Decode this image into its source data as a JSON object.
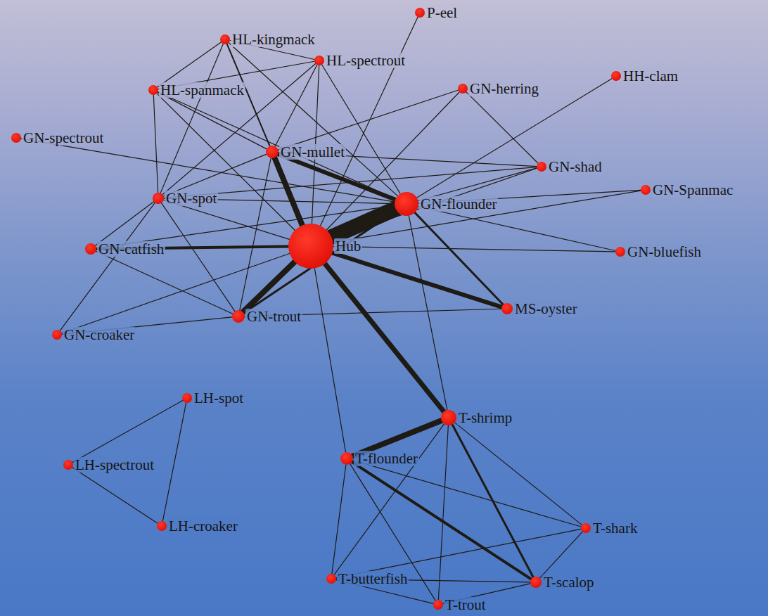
{
  "diagram": {
    "nodes": [
      {
        "text": [
          "HL-kingmack"
        ]
      },
      {
        "text": [
          "HL-spectrout"
        ]
      },
      {
        "text": [
          "P-eel"
        ]
      },
      {
        "text": [
          "HL-spanmack"
        ]
      },
      {
        "text": [
          "GN-herring"
        ]
      },
      {
        "text": [
          "HH-clam"
        ]
      },
      {
        "text": [
          "GN-spectrout"
        ]
      },
      {
        "text": [
          "GN-mullet"
        ]
      },
      {
        "text": [
          "GN-shad"
        ]
      },
      {
        "text": [
          "GN-spot"
        ]
      },
      {
        "text": [
          "GN-flounder"
        ]
      },
      {
        "text": [
          "GN-Spanmac"
        ]
      },
      {
        "text": [
          "GN-catfish"
        ]
      },
      {
        "text": [
          "Hub"
        ]
      },
      {
        "text": [
          "GN-bluefish"
        ]
      },
      {
        "text": [
          "MS-oyster"
        ]
      },
      {
        "text": [
          "GN-trout"
        ]
      },
      {
        "text": [
          "GN-croaker"
        ]
      },
      {
        "text": [
          "LH-spot"
        ]
      },
      {
        "text": [
          "T-shrimp"
        ]
      },
      {
        "text": [
          "T-flounder"
        ]
      },
      {
        "text": [
          "LH-spectrout"
        ]
      },
      {
        "text": [
          "LH-croaker"
        ]
      },
      {
        "text": [
          "T-shark"
        ]
      },
      {
        "text": [
          "T-butterfish"
        ]
      },
      {
        "text": [
          "T-scalop"
        ]
      },
      {
        "text": [
          "T-trout"
        ]
      }
    ],
    "edges": [
      {
        "from": 13,
        "to": 10,
        "arrow": "none"
      },
      {
        "from": 13,
        "to": 7,
        "arrow": "none"
      },
      {
        "from": 13,
        "to": 16,
        "arrow": "none"
      },
      {
        "from": 13,
        "to": 19,
        "arrow": "none"
      },
      {
        "from": 13,
        "to": 15,
        "arrow": "none"
      },
      {
        "from": 13,
        "to": 12,
        "arrow": "none"
      },
      {
        "from": 7,
        "to": 10,
        "arrow": "none"
      },
      {
        "from": 10,
        "to": 15,
        "arrow": "none"
      },
      {
        "from": 19,
        "to": 20,
        "arrow": "none"
      },
      {
        "from": 20,
        "to": 25,
        "arrow": "none"
      },
      {
        "from": 19,
        "to": 25,
        "arrow": "none"
      },
      {
        "from": 16,
        "to": 10,
        "arrow": "none"
      },
      {
        "from": 0,
        "to": 1,
        "arrow": "none"
      },
      {
        "from": 0,
        "to": 3,
        "arrow": "none"
      },
      {
        "from": 0,
        "to": 7,
        "arrow": "none"
      },
      {
        "from": 0,
        "to": 9,
        "arrow": "none"
      },
      {
        "from": 0,
        "to": 10,
        "arrow": "none"
      },
      {
        "from": 1,
        "to": 3,
        "arrow": "none"
      },
      {
        "from": 1,
        "to": 7,
        "arrow": "none"
      },
      {
        "from": 1,
        "to": 9,
        "arrow": "none"
      },
      {
        "from": 1,
        "to": 13,
        "arrow": "none"
      },
      {
        "from": 1,
        "to": 10,
        "arrow": "none"
      },
      {
        "from": 3,
        "to": 7,
        "arrow": "none"
      },
      {
        "from": 3,
        "to": 9,
        "arrow": "none"
      },
      {
        "from": 3,
        "to": 10,
        "arrow": "none"
      },
      {
        "from": 3,
        "to": 13,
        "arrow": "none"
      },
      {
        "from": 2,
        "to": 13,
        "arrow": "none"
      },
      {
        "from": 4,
        "to": 13,
        "arrow": "none"
      },
      {
        "from": 4,
        "to": 8,
        "arrow": "none"
      },
      {
        "from": 4,
        "to": 7,
        "arrow": "none"
      },
      {
        "from": 5,
        "to": 10,
        "arrow": "none"
      },
      {
        "from": 6,
        "to": 10,
        "arrow": "none"
      },
      {
        "from": 7,
        "to": 9,
        "arrow": "none"
      },
      {
        "from": 7,
        "to": 8,
        "arrow": "none"
      },
      {
        "from": 7,
        "to": 16,
        "arrow": "none"
      },
      {
        "from": 8,
        "to": 10,
        "arrow": "none"
      },
      {
        "from": 8,
        "to": 13,
        "arrow": "none"
      },
      {
        "from": 8,
        "to": 9,
        "arrow": "none"
      },
      {
        "from": 9,
        "to": 13,
        "arrow": "none"
      },
      {
        "from": 9,
        "to": 16,
        "arrow": "none"
      },
      {
        "from": 9,
        "to": 10,
        "arrow": "none"
      },
      {
        "from": 9,
        "to": 17,
        "arrow": "none"
      },
      {
        "from": 9,
        "to": 12,
        "arrow": "none"
      },
      {
        "from": 10,
        "to": 11,
        "arrow": "none"
      },
      {
        "from": 10,
        "to": 14,
        "arrow": "none"
      },
      {
        "from": 10,
        "to": 12,
        "arrow": "none"
      },
      {
        "from": 10,
        "to": 19,
        "arrow": "none"
      },
      {
        "from": 11,
        "to": 13,
        "arrow": "none"
      },
      {
        "from": 12,
        "to": 16,
        "arrow": "none"
      },
      {
        "from": 13,
        "to": 14,
        "arrow": "none"
      },
      {
        "from": 13,
        "to": 20,
        "arrow": "none"
      },
      {
        "from": 13,
        "to": 17,
        "arrow": "none"
      },
      {
        "from": 16,
        "to": 15,
        "arrow": "none"
      },
      {
        "from": 16,
        "to": 17,
        "arrow": "none"
      },
      {
        "from": 19,
        "to": 23,
        "arrow": "none"
      },
      {
        "from": 19,
        "to": 24,
        "arrow": "none"
      },
      {
        "from": 19,
        "to": 26,
        "arrow": "none"
      },
      {
        "from": 20,
        "to": 23,
        "arrow": "none"
      },
      {
        "from": 20,
        "to": 24,
        "arrow": "none"
      },
      {
        "from": 20,
        "to": 26,
        "arrow": "none"
      },
      {
        "from": 23,
        "to": 24,
        "arrow": "none"
      },
      {
        "from": 23,
        "to": 25,
        "arrow": "none"
      },
      {
        "from": 24,
        "to": 25,
        "arrow": "none"
      },
      {
        "from": 24,
        "to": 26,
        "arrow": "none"
      },
      {
        "from": 26,
        "to": 25,
        "arrow": "none"
      },
      {
        "from": 18,
        "to": 22,
        "arrow": "none"
      },
      {
        "from": 21,
        "to": 18,
        "arrow": "none"
      },
      {
        "from": 21,
        "to": 22,
        "arrow": "none"
      }
    ]
  }
}
